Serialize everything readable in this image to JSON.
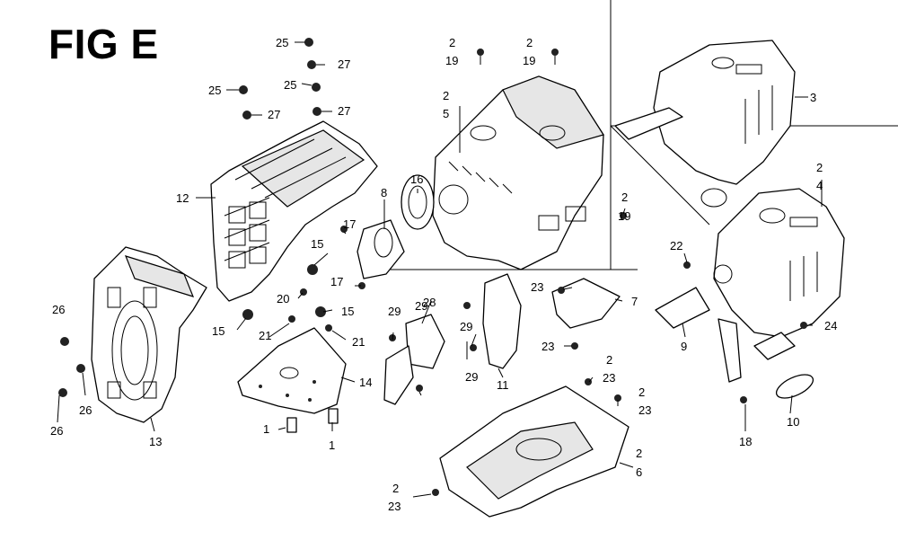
{
  "title": "FIG E",
  "callouts": [
    {
      "id": "c25a",
      "text": "25"
    },
    {
      "id": "c27a",
      "text": "27"
    },
    {
      "id": "c25b",
      "text": "25"
    },
    {
      "id": "c25c",
      "text": "25"
    },
    {
      "id": "c27b",
      "text": "27"
    },
    {
      "id": "c27c",
      "text": "27"
    },
    {
      "id": "c2a",
      "text": "2"
    },
    {
      "id": "c19a",
      "text": "19"
    },
    {
      "id": "c2b",
      "text": "2"
    },
    {
      "id": "c19b",
      "text": "19"
    },
    {
      "id": "c3",
      "text": "3"
    },
    {
      "id": "c2c",
      "text": "2"
    },
    {
      "id": "c5",
      "text": "5"
    },
    {
      "id": "c2d",
      "text": "2"
    },
    {
      "id": "c4",
      "text": "4"
    },
    {
      "id": "c12",
      "text": "12"
    },
    {
      "id": "c8",
      "text": "8"
    },
    {
      "id": "c16",
      "text": "16"
    },
    {
      "id": "c2e",
      "text": "2"
    },
    {
      "id": "c19c",
      "text": "19"
    },
    {
      "id": "c17a",
      "text": "17"
    },
    {
      "id": "c15a",
      "text": "15"
    },
    {
      "id": "c17b",
      "text": "17"
    },
    {
      "id": "c22",
      "text": "22"
    },
    {
      "id": "c23a",
      "text": "23"
    },
    {
      "id": "c7",
      "text": "7"
    },
    {
      "id": "c20",
      "text": "20"
    },
    {
      "id": "c15b",
      "text": "15"
    },
    {
      "id": "c28",
      "text": "28"
    },
    {
      "id": "c29a",
      "text": "29"
    },
    {
      "id": "c29b",
      "text": "29"
    },
    {
      "id": "c26a",
      "text": "26"
    },
    {
      "id": "c15c",
      "text": "15"
    },
    {
      "id": "c21a",
      "text": "21"
    },
    {
      "id": "c21b",
      "text": "21"
    },
    {
      "id": "c23b",
      "text": "23"
    },
    {
      "id": "c9",
      "text": "9"
    },
    {
      "id": "c24",
      "text": "24"
    },
    {
      "id": "c29c",
      "text": "29"
    },
    {
      "id": "c11",
      "text": "11"
    },
    {
      "id": "c29d",
      "text": "29"
    },
    {
      "id": "c14",
      "text": "14"
    },
    {
      "id": "c2f",
      "text": "2"
    },
    {
      "id": "c23c",
      "text": "23"
    },
    {
      "id": "c2g",
      "text": "2"
    },
    {
      "id": "c23d",
      "text": "23"
    },
    {
      "id": "c26b",
      "text": "26"
    },
    {
      "id": "c26c",
      "text": "26"
    },
    {
      "id": "c13",
      "text": "13"
    },
    {
      "id": "c1a",
      "text": "1"
    },
    {
      "id": "c1b",
      "text": "1"
    },
    {
      "id": "c10",
      "text": "10"
    },
    {
      "id": "c18",
      "text": "18"
    },
    {
      "id": "c2h",
      "text": "2"
    },
    {
      "id": "c6",
      "text": "6"
    },
    {
      "id": "c2i",
      "text": "2"
    },
    {
      "id": "c23e",
      "text": "23"
    }
  ]
}
